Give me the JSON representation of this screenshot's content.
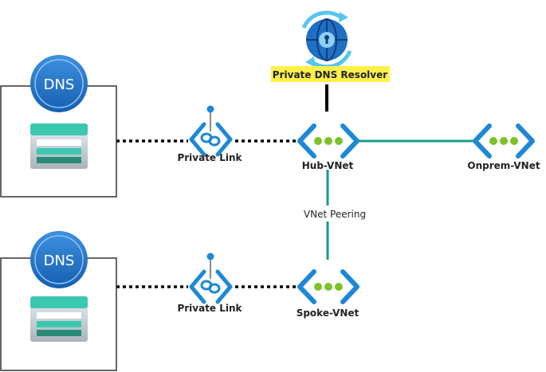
{
  "colors": {
    "vnet_blue": "#1e88d6",
    "vnet_dot": "#7cc22a",
    "peering_teal": "#1a9a8a",
    "dns_blue": "#1f6fc4",
    "storage_teal": "#3cc8b0",
    "highlight": "#fff04a"
  },
  "labels": {
    "resolver": "Private DNS Resolver",
    "hub_vnet": "Hub-VNet",
    "onprem_vnet": "Onprem-VNet",
    "spoke_vnet": "Spoke-VNet",
    "peering": "VNet Peering",
    "private_link_top": "Private Link",
    "private_link_bottom": "Private Link",
    "dns_top": "DNS",
    "dns_bottom": "DNS"
  }
}
